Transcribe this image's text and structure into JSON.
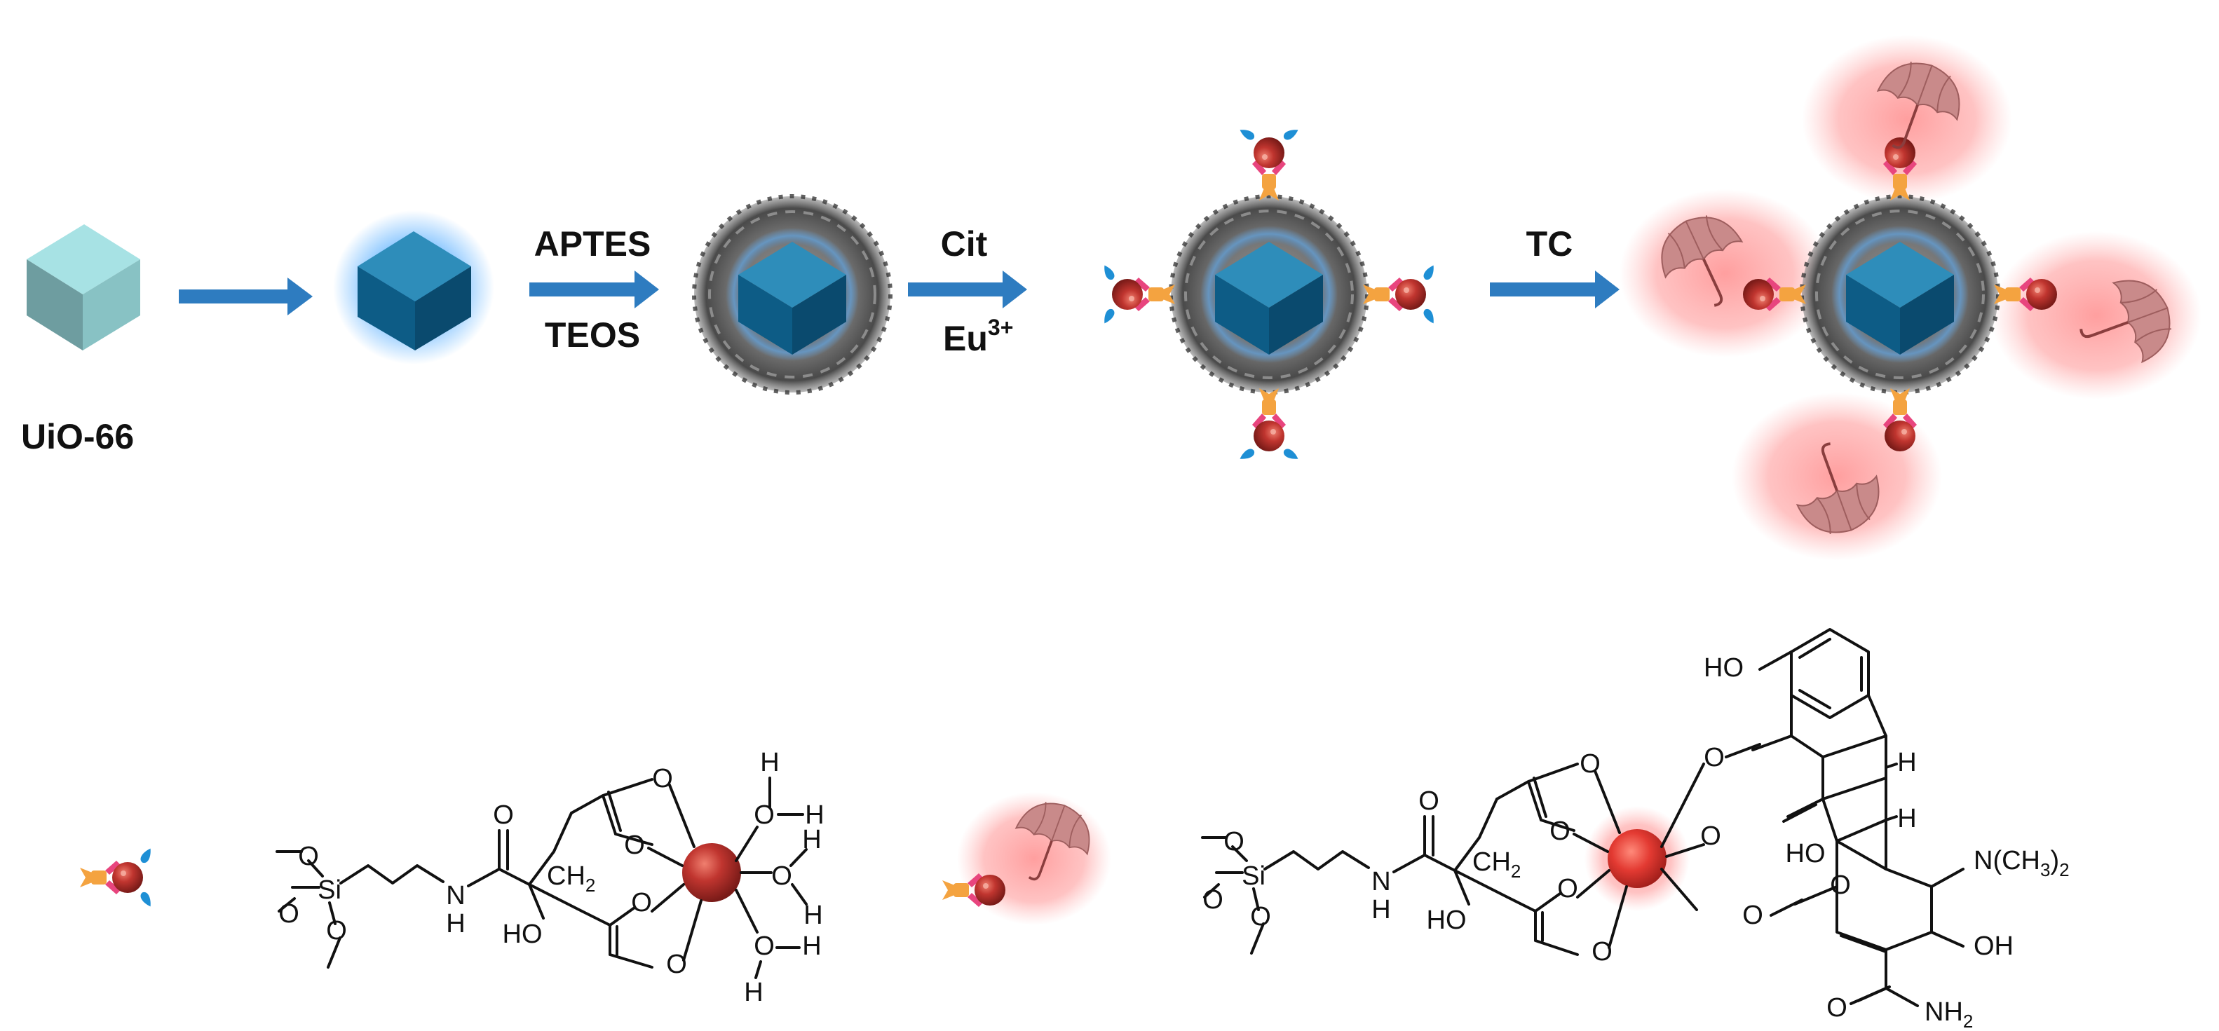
{
  "scheme": {
    "start_label": "UiO-66",
    "step2": {
      "top": "APTES",
      "bottom": "TEOS"
    },
    "step3": {
      "top": "Cit",
      "bottom_base": "Eu",
      "bottom_sup": "3+"
    },
    "step4": {
      "top": "TC"
    }
  },
  "chem1": {
    "o": "O",
    "si": "Si",
    "n": "N",
    "h": "H",
    "ho": "HO",
    "ch2_base": "CH",
    "ch2_sub": "2"
  },
  "chem2": {
    "o": "O",
    "si": "Si",
    "n": "N",
    "h": "H",
    "ho": "HO",
    "oh": "OH",
    "ch2_base": "CH",
    "ch2_sub": "2",
    "nme2_base": "N(CH",
    "nme2_sub1": "3",
    "nme2_mid": ")",
    "nme2_sub2": "2",
    "nh2_base": "NH",
    "nh2_sub": "2"
  },
  "colors": {
    "arrow": "#2E7CC0",
    "cube_top": "#A7E2E4",
    "cube_front": "#6E9DA0",
    "cube_side": "#4F7E82",
    "cube2_top": "#2E8DBA",
    "cube2_front": "#0D5C86",
    "cube2_side": "#0A4A6E",
    "shell": "#5A5A5A",
    "eu_sphere": "#B8302F",
    "linker": "#F4A340",
    "cit_pink": "#E8457E",
    "water_blue": "#1E8FD5",
    "glow_red": "#FF6B6B",
    "umbrella": "#C98A8A"
  }
}
